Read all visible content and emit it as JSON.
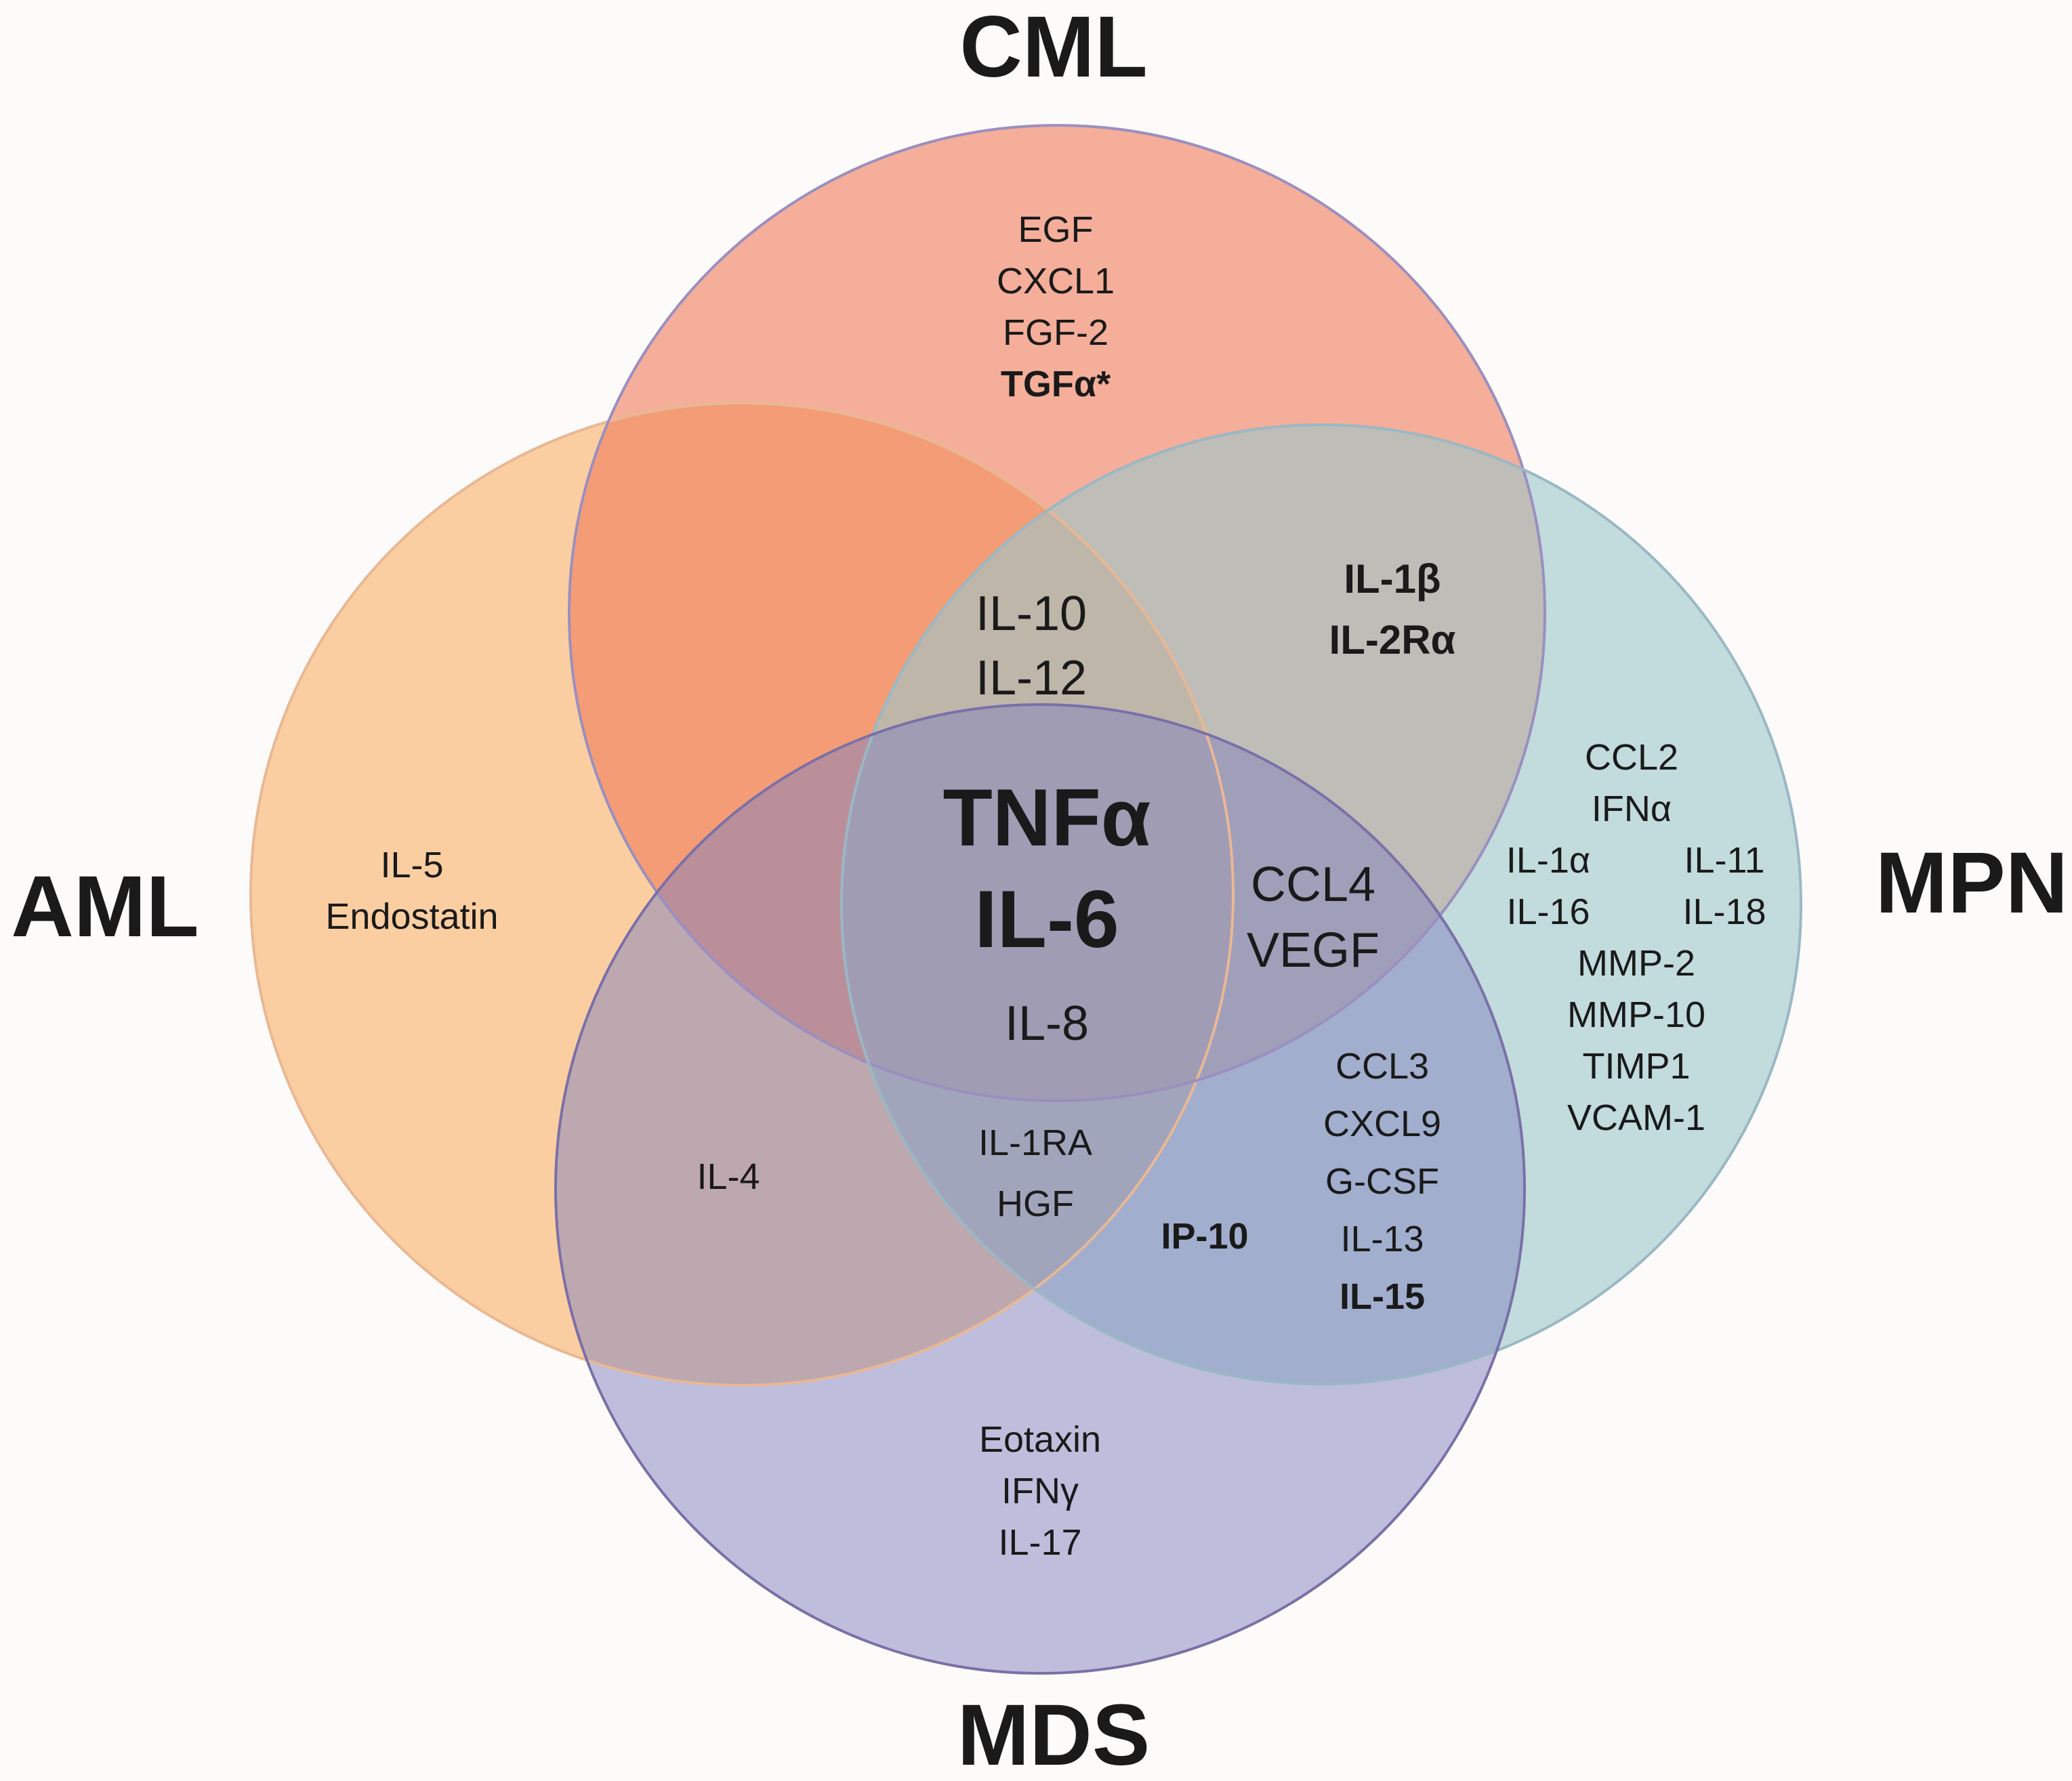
{
  "sets": {
    "cml": {
      "label": "CML",
      "color": "#f07b5a",
      "stroke": "#9a8fc0"
    },
    "aml": {
      "label": "AML",
      "color": "#fbb571",
      "stroke": "#e9b894"
    },
    "mpn": {
      "label": "MPN",
      "color": "#9ec6c9",
      "stroke": "#9ab8c4"
    },
    "mds": {
      "label": "MDS",
      "color": "#7f82bd",
      "stroke": "#7a70a8"
    }
  },
  "regions": {
    "cml_only": [
      "EGF",
      "CXCL1",
      "FGF-2",
      "TGFα*"
    ],
    "aml_only": [
      "IL-5",
      "Endostatin"
    ],
    "mpn_only": {
      "top": [
        "CCL2",
        "IFNα"
      ],
      "left": [
        "IL-1α",
        "IL-16"
      ],
      "right": [
        "IL-11",
        "IL-18"
      ],
      "bottom": [
        "MMP-2",
        "MMP-10",
        "TIMP1",
        "VCAM-1"
      ]
    },
    "mds_only": [
      "Eotaxin",
      "IFNγ",
      "IL-17"
    ],
    "aml_cml_mds_top": [
      "IL-10",
      "IL-12"
    ],
    "cml_mpn": [
      "IL-1β",
      "IL-2Rα"
    ],
    "all_four": [
      "TNFα",
      "IL-6"
    ],
    "all_four_lower": "IL-8",
    "cml_mpn_mds": [
      "CCL4",
      "VEGF"
    ],
    "aml_mds": "IL-4",
    "aml_mds_mpn": [
      "IL-1RA",
      "HGF"
    ],
    "mpn_mds_left": "IP-10",
    "mpn_mds": [
      "CCL3",
      "CXCL9",
      "G-CSF",
      "IL-13",
      "IL-15"
    ]
  }
}
